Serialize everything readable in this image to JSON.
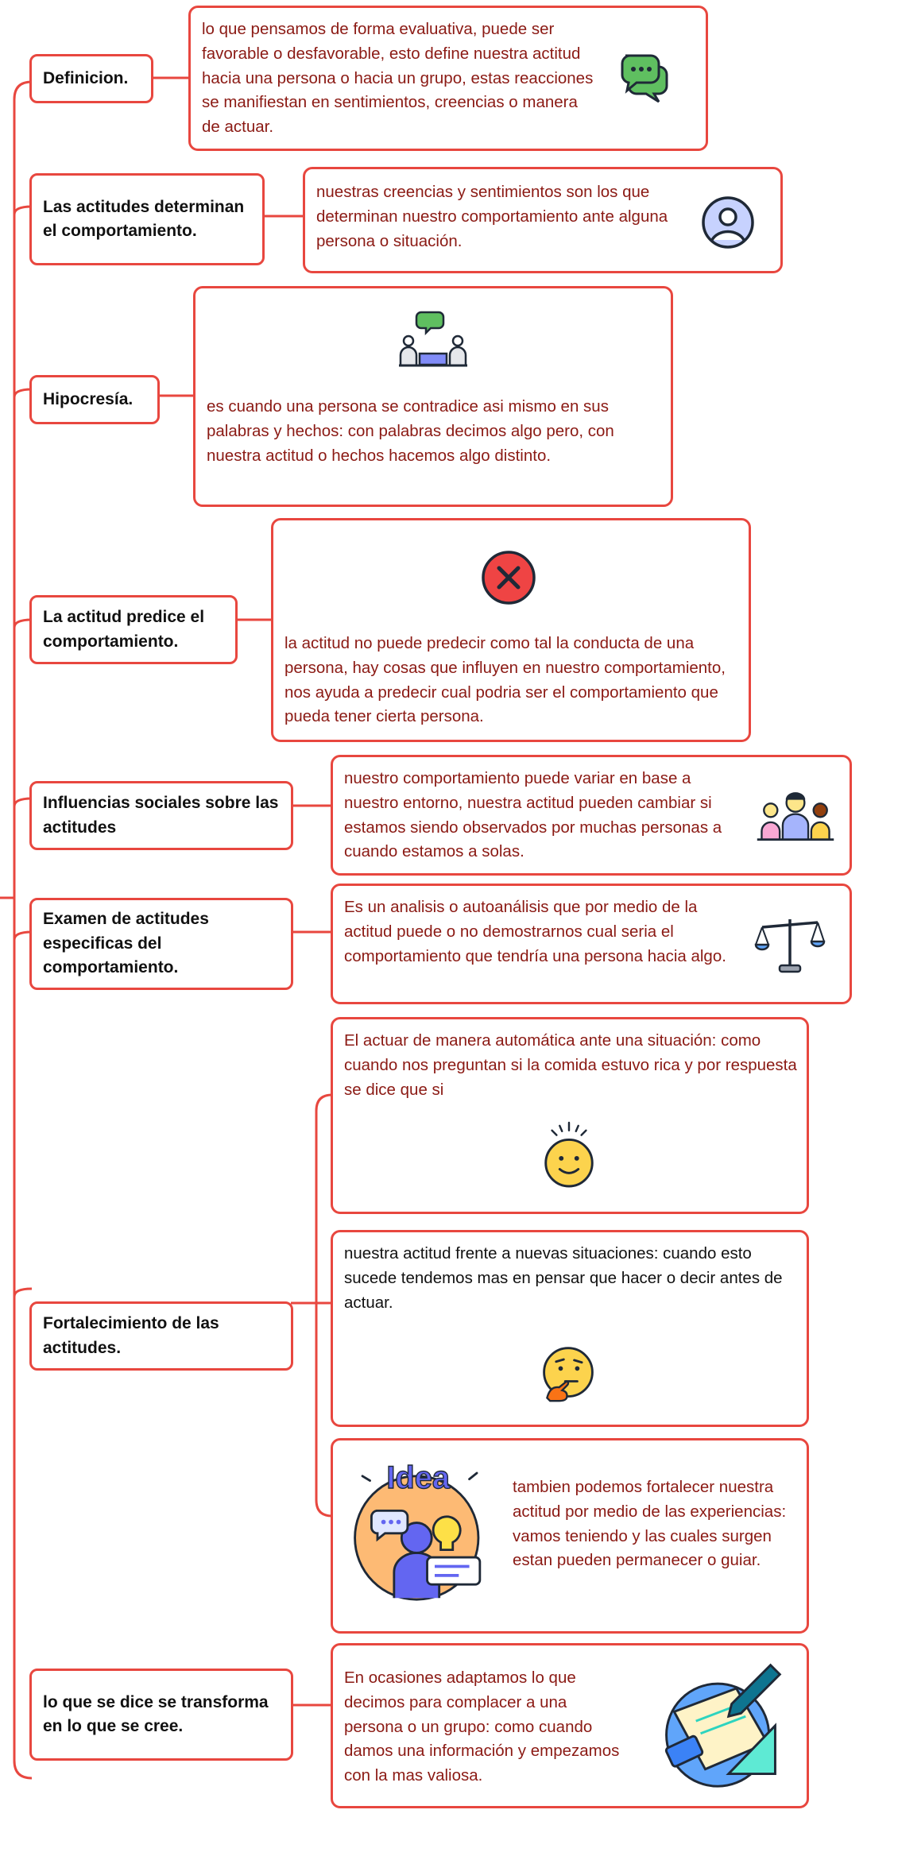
{
  "colors": {
    "connector": "#e8473f",
    "border": "#e8473f",
    "text_red": "#8b1a14",
    "text_dark": "#111111"
  },
  "topics": [
    {
      "label": "Definicion."
    },
    {
      "label": "Las actitudes determinan el comportamiento."
    },
    {
      "label": "Hipocresía."
    },
    {
      "label": "La actitud predice el comportamiento."
    },
    {
      "label": "Influencias sociales sobre las actitudes"
    },
    {
      "label": "Examen de actitudes especificas del comportamiento."
    },
    {
      "label": "Fortalecimiento de las actitudes."
    },
    {
      "label": "lo que se dice se transforma en lo que se cree."
    }
  ],
  "cards": [
    {
      "text": "lo que pensamos de forma evaluativa, puede ser favorable o desfavorable, esto define nuestra actitud hacia una persona o hacia un grupo, estas reacciones se manifiestan en sentimientos, creencias o manera de actuar.",
      "icon": "speech-bubbles-icon"
    },
    {
      "text": "nuestras creencias y sentimientos son los que determinan nuestro comportamiento ante alguna persona o situación.",
      "icon": "user-profile-icon"
    },
    {
      "text": "es cuando una persona se contradice asi mismo en sus palabras y hechos: con palabras decimos algo pero, con nuestra actitud o hechos hacemos algo distinto.",
      "icon": "conversation-people-icon"
    },
    {
      "text": "la actitud no puede predecir como tal la conducta de una persona, hay cosas que influyen en nuestro comportamiento, nos ayuda a predecir cual podria ser el comportamiento que pueda tener cierta persona.",
      "icon": "x-circle-icon"
    },
    {
      "text": "nuestro comportamiento puede variar en base a nuestro entorno, nuestra actitud pueden cambiar si estamos siendo observados por muchas personas a cuando estamos a solas.",
      "icon": "group-people-icon"
    },
    {
      "text": "Es un analisis o autoanálisis que por medio de la actitud puede o no demostrarnos cual seria el comportamiento que tendría una persona hacia algo.",
      "icon": "balance-scale-icon"
    },
    {
      "text": "El actuar de manera automática ante una situación: como cuando nos preguntan si la comida estuvo rica y por respuesta se dice que si",
      "icon": "surprised-face-icon"
    },
    {
      "text": "nuestra actitud frente a nuevas situaciones: cuando esto sucede tendemos mas en pensar que hacer o decir antes de actuar.",
      "icon": "thinking-face-icon"
    },
    {
      "text": "tambien podemos fortalecer nuestra actitud por medio de las experiencias: vamos teniendo y las cuales surgen estan pueden permanecer o guiar.",
      "icon": "idea-badge-icon",
      "badge": "Idea"
    },
    {
      "text": "En ocasiones adaptamos lo que decimos para complacer a una persona o un grupo: como cuando damos una información y empezamos con la mas valiosa.",
      "icon": "study-tools-icon"
    }
  ]
}
